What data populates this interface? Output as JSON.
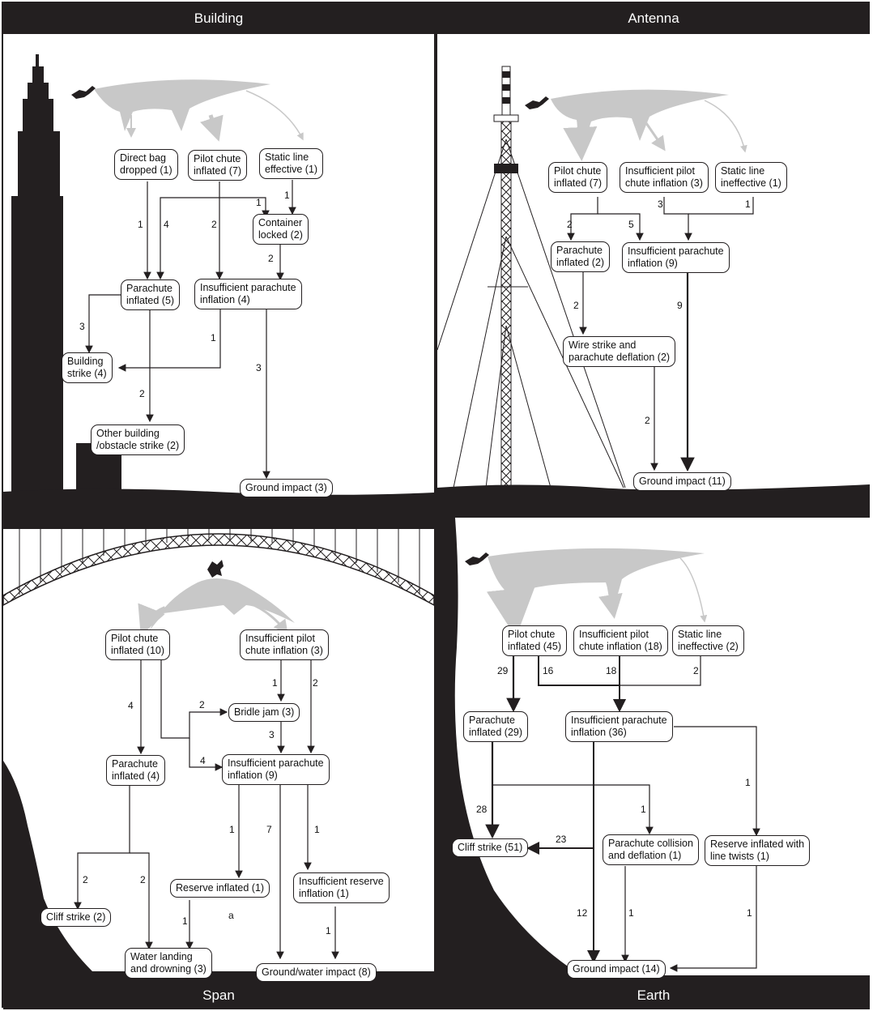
{
  "headers": {
    "building": "Building",
    "antenna": "Antenna",
    "span": "Span",
    "earth": "Earth"
  },
  "building": {
    "direct_bag": "Direct bag\ndropped (1)",
    "pilot_chute": "Pilot chute\ninflated (7)",
    "static_line": "Static line\neffective (1)",
    "container_locked": "Container\nlocked (2)",
    "parachute_inflated": "Parachute\ninflated (5)",
    "insufficient_parachute": "Insufficient parachute\ninflation (4)",
    "building_strike": "Building\nstrike (4)",
    "other_strike": "Other building\n/obstacle strike (2)",
    "ground_impact": "Ground impact (3)",
    "edges": {
      "e1": "1",
      "e2": "4",
      "e3": "2",
      "e4": "1",
      "e5": "1",
      "e6": "2",
      "e7": "3",
      "e8": "1",
      "e9": "2",
      "e10": "3"
    }
  },
  "antenna": {
    "pilot_chute": "Pilot chute\ninflated (7)",
    "insufficient_pilot": "Insufficient pilot\nchute inflation (3)",
    "static_line": "Static line\nineffective (1)",
    "parachute_inflated": "Parachute\ninflated (2)",
    "insufficient_parachute": "Insufficient parachute\ninflation (9)",
    "wire_strike": "Wire strike and\nparachute deflation (2)",
    "ground_impact": "Ground impact (11)",
    "edges": {
      "e1": "2",
      "e2": "5",
      "e3": "3",
      "e4": "1",
      "e5": "2",
      "e6": "9",
      "e7": "2"
    }
  },
  "span": {
    "pilot_chute": "Pilot chute\ninflated (10)",
    "insufficient_pilot": "Insufficient pilot\nchute inflation (3)",
    "bridle_jam": "Bridle jam (3)",
    "parachute_inflated": "Parachute\ninflated (4)",
    "insufficient_parachute": "Insufficient parachute\ninflation (9)",
    "reserve_inflated": "Reserve inflated (1)",
    "insufficient_reserve": "Insufficient reserve\ninflation (1)",
    "cliff_strike": "Cliff strike (2)",
    "water_landing": "Water landing\nand drowning (3)",
    "ground_water": "Ground/water impact (8)",
    "note_a": "a",
    "edges": {
      "e1": "4",
      "e2": "2",
      "e3": "1",
      "e4": "2",
      "e5": "3",
      "e6": "4",
      "e7": "1",
      "e8": "7",
      "e9": "1",
      "e10": "2",
      "e11": "2",
      "e12": "1",
      "e13": "1"
    }
  },
  "earth": {
    "pilot_chute": "Pilot chute\ninflated (45)",
    "insufficient_pilot": "Insufficient pilot\nchute inflation (18)",
    "static_line": "Static line\nineffective (2)",
    "parachute_inflated": "Parachute\ninflated (29)",
    "insufficient_parachute": "Insufficient parachute\ninflation (36)",
    "cliff_strike": "Cliff strike (51)",
    "collision": "Parachute collision\nand deflation (1)",
    "reserve_twists": "Reserve inflated with\nline twists (1)",
    "ground_impact": "Ground impact (14)",
    "edges": {
      "e1": "29",
      "e2": "16",
      "e3": "18",
      "e4": "2",
      "e5": "1",
      "e6": "28",
      "e7": "1",
      "e8": "23",
      "e9": "12",
      "e10": "1",
      "e11": "1"
    }
  },
  "colors": {
    "ink": "#231f20",
    "flow": "#c8c8c8",
    "background": "#ffffff"
  }
}
